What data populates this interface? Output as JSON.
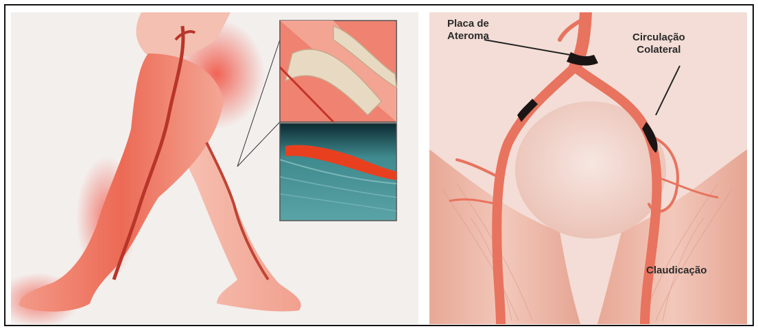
{
  "image": {
    "right_panel": {
      "labels": {
        "placa_line1": "Placa de",
        "placa_line2": "Ateroma",
        "circulacao_line1": "Circulação",
        "circulacao_line2": "Colateral",
        "claudicacao": "Claudicação"
      }
    }
  },
  "colors": {
    "artery": "#e8735e",
    "inflammation": "#f04a3a",
    "plaque": "#1b1414",
    "skin": "#f6d4c8",
    "ultrasound": "#3f8a8e"
  }
}
